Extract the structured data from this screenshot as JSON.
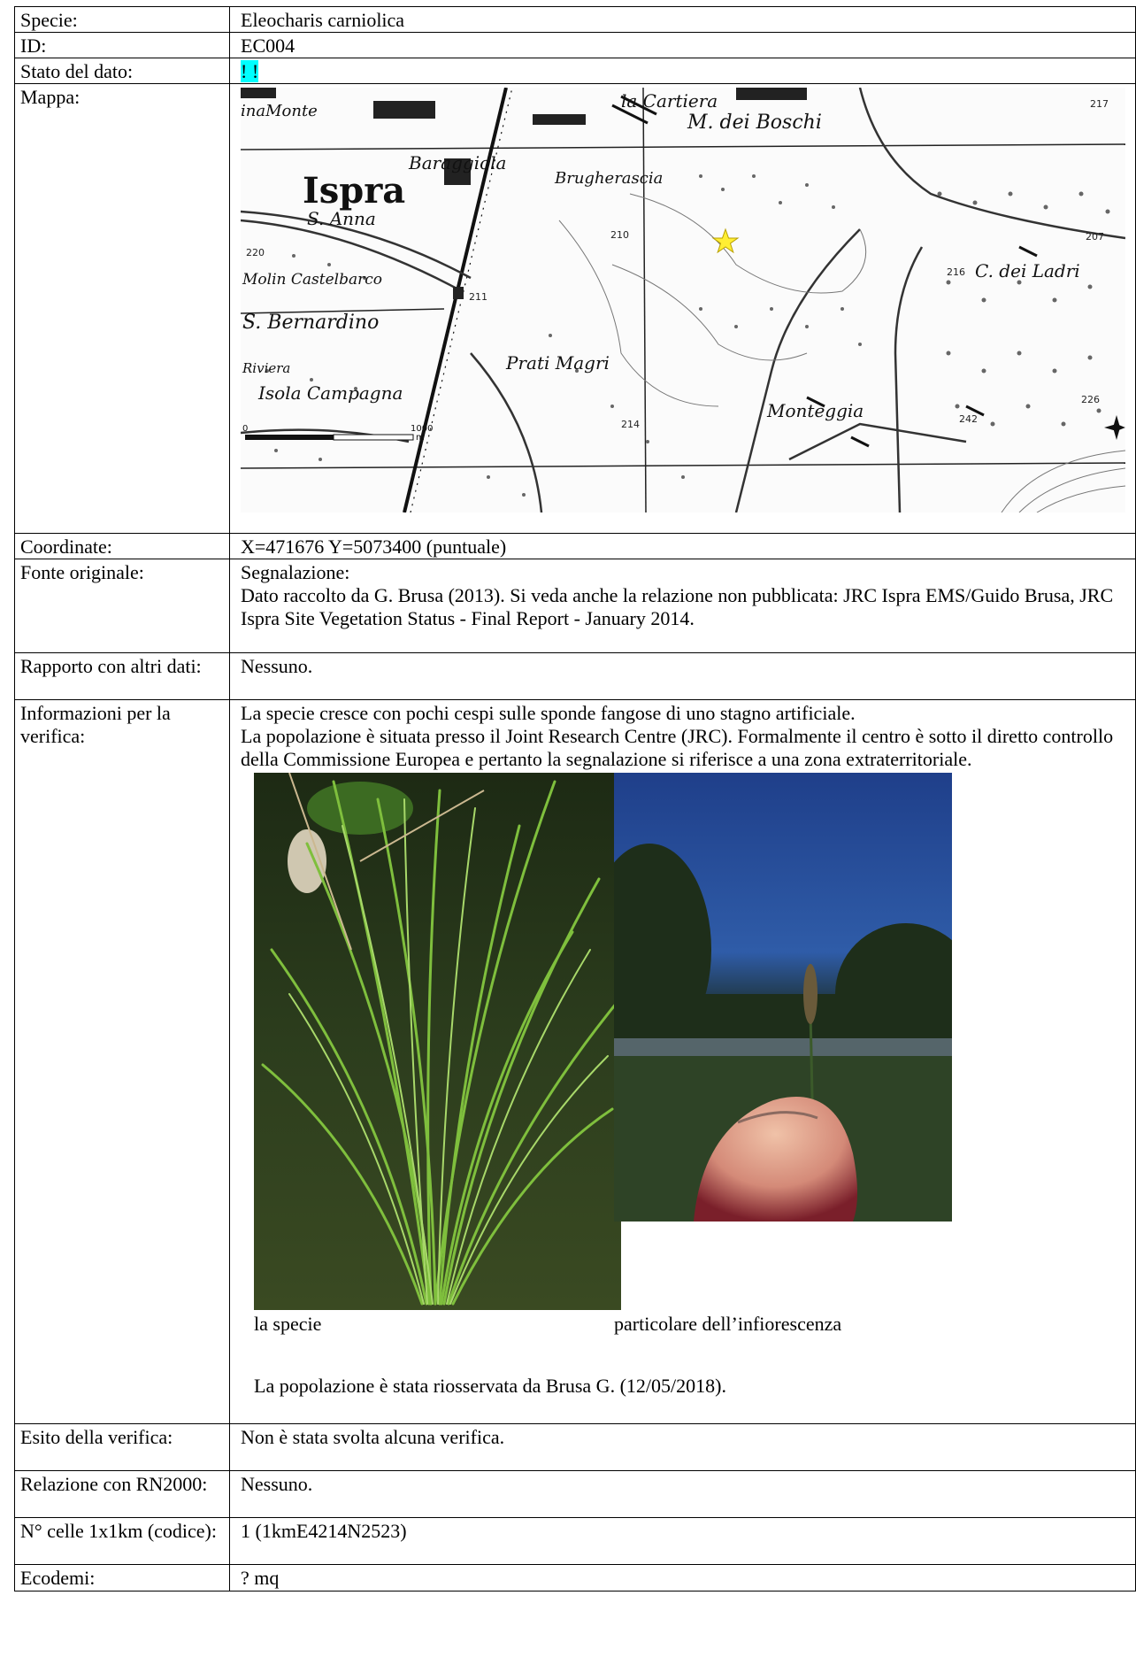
{
  "rows": [
    {
      "label": "Specie:",
      "value": "Eleocharis carniolica"
    },
    {
      "label": "ID:",
      "value": "EC004"
    },
    {
      "label": "Stato del dato:",
      "value": "! !"
    },
    {
      "label": "Mappa:"
    },
    {
      "label": "Coordinate:",
      "value": "X=471676 Y=5073400 (puntuale)"
    },
    {
      "label": "Fonte originale:",
      "lines": [
        "Segnalazione:",
        "Dato raccolto da G. Brusa (2013).  Si veda anche la relazione non pubblicata: JRC Ispra EMS/Guido Brusa, JRC Ispra Site Vegetation Status - Final Report - January 2014."
      ]
    },
    {
      "label": "Rapporto con altri dati:",
      "value": "Nessuno."
    },
    {
      "label": "Informazioni per la verifica:",
      "lines": [
        "La specie cresce con pochi cespi sulle sponde fangose di uno stagno artificiale.",
        "La popolazione è situata presso il Joint Research Centre (JRC). Formalmente il centro è sotto il diretto controllo della Commissione Europea e pertanto la segnalazione si riferisce a una zona extraterritoriale."
      ],
      "captions": [
        "la specie",
        "particolare dell’infiorescenza"
      ],
      "note": "La popolazione è stata riosservata da Brusa G. (12/05/2018)."
    },
    {
      "label": "Esito della verifica:",
      "value": "Non è stata svolta alcuna verifica."
    },
    {
      "label": "Relazione con RN2000:",
      "value": "Nessuno."
    },
    {
      "label": "N° celle 1x1km (codice):",
      "value": "1 (1kmE4214N2523)"
    },
    {
      "label": "Ecodemi:",
      "value": "? mq"
    }
  ],
  "map": {
    "places": [
      "Ispra",
      "S. Anna",
      "Baraggiola",
      "Brugherascia",
      "la Cartiera",
      "M. dei Boschi",
      "Molin Castelbarco",
      "S. Bernardino",
      "Riviera",
      "Isola Campagna",
      "Prati Magri",
      "C. dei Ladri",
      "Monteggia",
      "inaMonte"
    ],
    "spot_heights": [
      "217",
      "220",
      "210",
      "211",
      "216",
      "214",
      "226",
      "242",
      "207"
    ],
    "scale_labels": [
      "0",
      "1000"
    ],
    "scale_unit": "m",
    "colors": {
      "marker": "#ffee33",
      "ink": "#333333"
    }
  },
  "icons": {
    "map_marker": "star-icon",
    "north_arrow": "compass-icon"
  }
}
